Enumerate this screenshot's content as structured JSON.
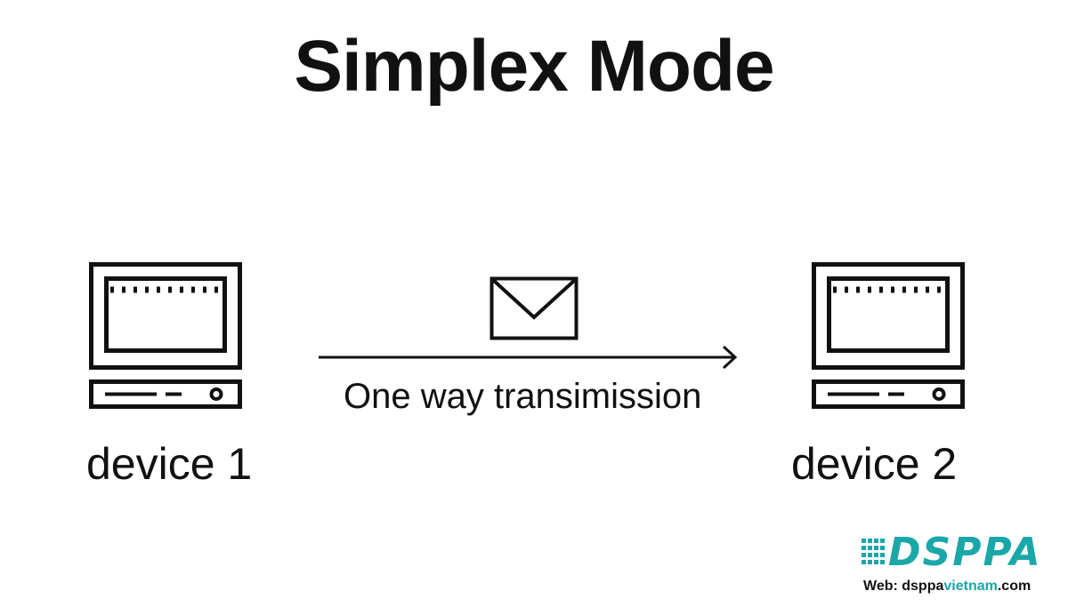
{
  "title": "Simplex Mode",
  "devices": [
    {
      "label": "device 1",
      "icon": "computer-icon"
    },
    {
      "label": "device 2",
      "icon": "computer-icon"
    }
  ],
  "message": {
    "icon": "envelope-icon",
    "direction": "left-to-right"
  },
  "transmission_label": "One way transimission",
  "watermark": {
    "brand": "DSPPA",
    "web_prefix": "Web: dsppa",
    "web_accent": "vietnam",
    "web_suffix": ".com"
  },
  "colors": {
    "ink": "#111111",
    "brand": "#1aa7a8",
    "background": "#ffffff"
  }
}
